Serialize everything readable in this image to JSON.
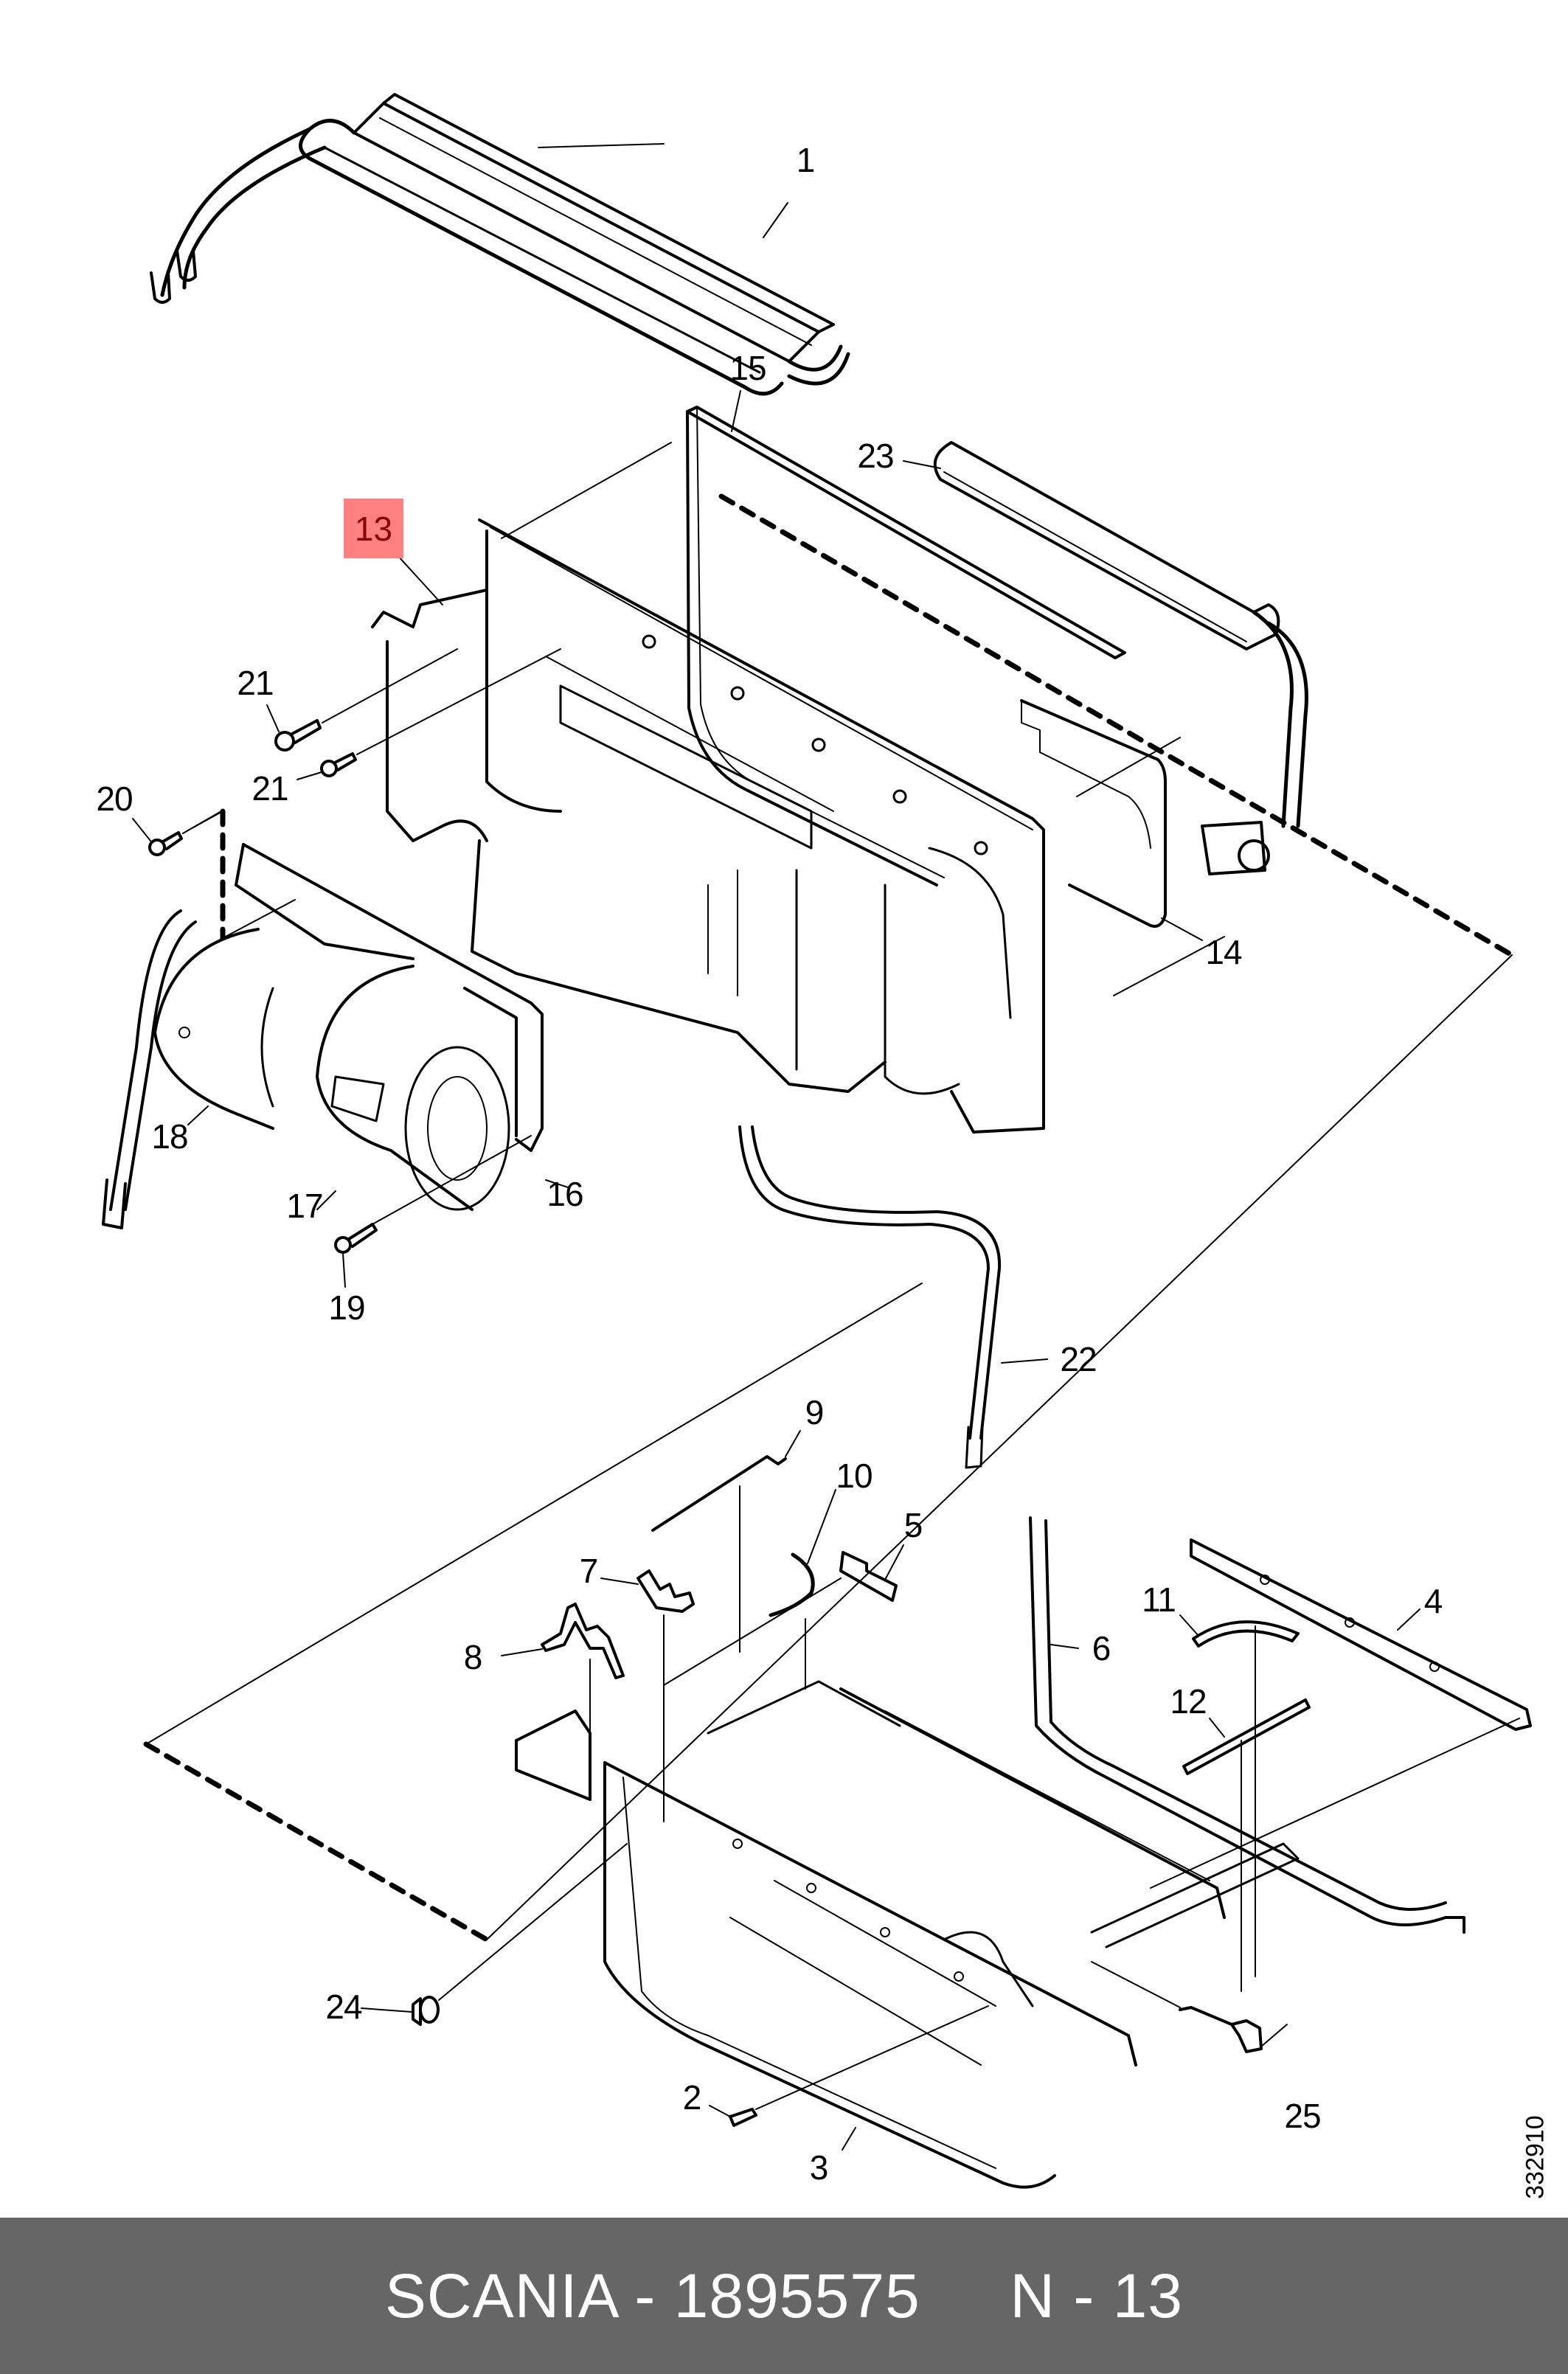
{
  "diagram": {
    "title": "Heater / air-conditioning unit exploded view",
    "drawing_number": "332910",
    "highlighted_part": {
      "label": "13",
      "fill_color": "#ff8080",
      "text_color": "#8b0000"
    },
    "callouts": [
      {
        "id": "1",
        "label": "1"
      },
      {
        "id": "2",
        "label": "2"
      },
      {
        "id": "3",
        "label": "3"
      },
      {
        "id": "4",
        "label": "4"
      },
      {
        "id": "5",
        "label": "5"
      },
      {
        "id": "6",
        "label": "6"
      },
      {
        "id": "7",
        "label": "7"
      },
      {
        "id": "8",
        "label": "8"
      },
      {
        "id": "9",
        "label": "9"
      },
      {
        "id": "10",
        "label": "10"
      },
      {
        "id": "11",
        "label": "11"
      },
      {
        "id": "12",
        "label": "12"
      },
      {
        "id": "14",
        "label": "14"
      },
      {
        "id": "15",
        "label": "15"
      },
      {
        "id": "16",
        "label": "16"
      },
      {
        "id": "17",
        "label": "17"
      },
      {
        "id": "18",
        "label": "18"
      },
      {
        "id": "19",
        "label": "19"
      },
      {
        "id": "20",
        "label": "20"
      },
      {
        "id": "21a",
        "label": "21"
      },
      {
        "id": "21b",
        "label": "21"
      },
      {
        "id": "22",
        "label": "22"
      },
      {
        "id": "23",
        "label": "23"
      },
      {
        "id": "24",
        "label": "24"
      },
      {
        "id": "25",
        "label": "25"
      }
    ]
  },
  "footer": {
    "brand": "SCANIA",
    "part_number": "1895575",
    "reference": "N - 13",
    "text": "SCANIA - 1895575     N - 13",
    "background_color": "#666666",
    "text_color": "#ffffff"
  }
}
